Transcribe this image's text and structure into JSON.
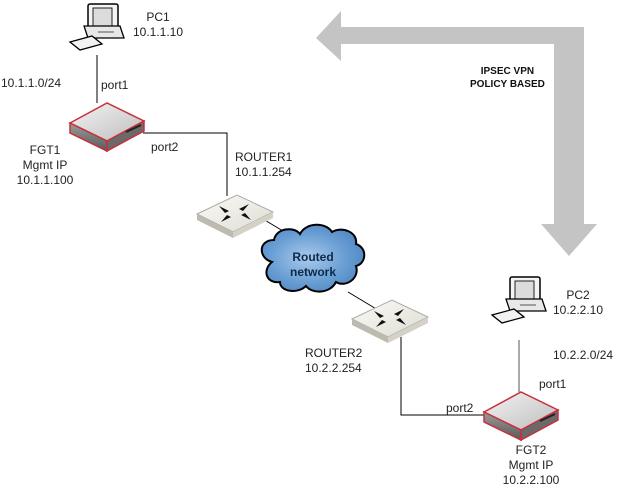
{
  "vpn_tunnel": {
    "line1": "IPSEC VPN",
    "line2": "POLICY BASED",
    "arrow_color": "#c4c4c4"
  },
  "pc1": {
    "name": "PC1",
    "ip": "10.1.1.10"
  },
  "pc2": {
    "name": "PC2",
    "ip": "10.2.2.10"
  },
  "subnet1": "10.1.1.0/24",
  "subnet2": "10.2.2.0/24",
  "fgt1": {
    "name": "FGT1",
    "mgmt_label": "Mgmt IP",
    "mgmt_ip": "10.1.1.100",
    "port_lan": "port1",
    "port_wan": "port2"
  },
  "fgt2": {
    "name": "FGT2",
    "mgmt_label": "Mgmt IP",
    "mgmt_ip": "10.2.2.100",
    "port_lan": "port1",
    "port_wan": "port2"
  },
  "router1": {
    "name": "ROUTER1",
    "ip": "10.1.1.254"
  },
  "router2": {
    "name": "ROUTER2",
    "ip": "10.2.2.254"
  },
  "cloud": {
    "line1": "Routed",
    "line2": "network",
    "color": "#6a9fd4"
  },
  "colors": {
    "firewall_outline": "#c8303c",
    "link": "#000000"
  }
}
